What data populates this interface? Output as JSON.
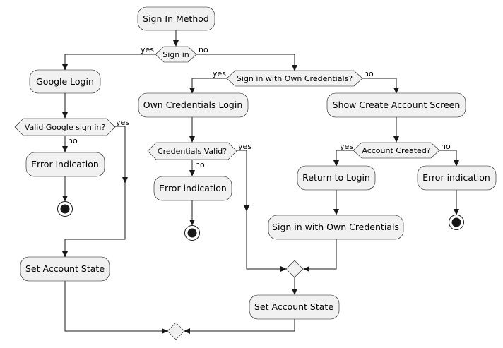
{
  "nodes": {
    "start": "Sign In Method",
    "sign_in_decision": "Sign in",
    "google_login": "Google Login",
    "valid_google_decision": "Valid Google sign in?",
    "google_error": "Error indication",
    "own_credentials_decision": "Sign in with Own Credentials?",
    "own_credentials_login": "Own Credentials Login",
    "credentials_valid_decision": "Credentials Valid?",
    "credentials_error": "Error indication",
    "show_create_account": "Show Create Account Screen",
    "account_created_decision": "Account Created?",
    "return_to_login": "Return to Login",
    "create_error": "Error indication",
    "sign_in_own_credentials": "Sign in with Own Credentials",
    "set_account_state_left": "Set Account State",
    "set_account_state_center": "Set Account State"
  },
  "branch_labels": {
    "sign_in_yes": "yes",
    "sign_in_no": "no",
    "valid_google_yes": "yes",
    "valid_google_no": "no",
    "own_cred_yes": "yes",
    "own_cred_no": "no",
    "cred_valid_yes": "yes",
    "cred_valid_no": "no",
    "account_created_yes": "yes",
    "account_created_no": "no"
  }
}
